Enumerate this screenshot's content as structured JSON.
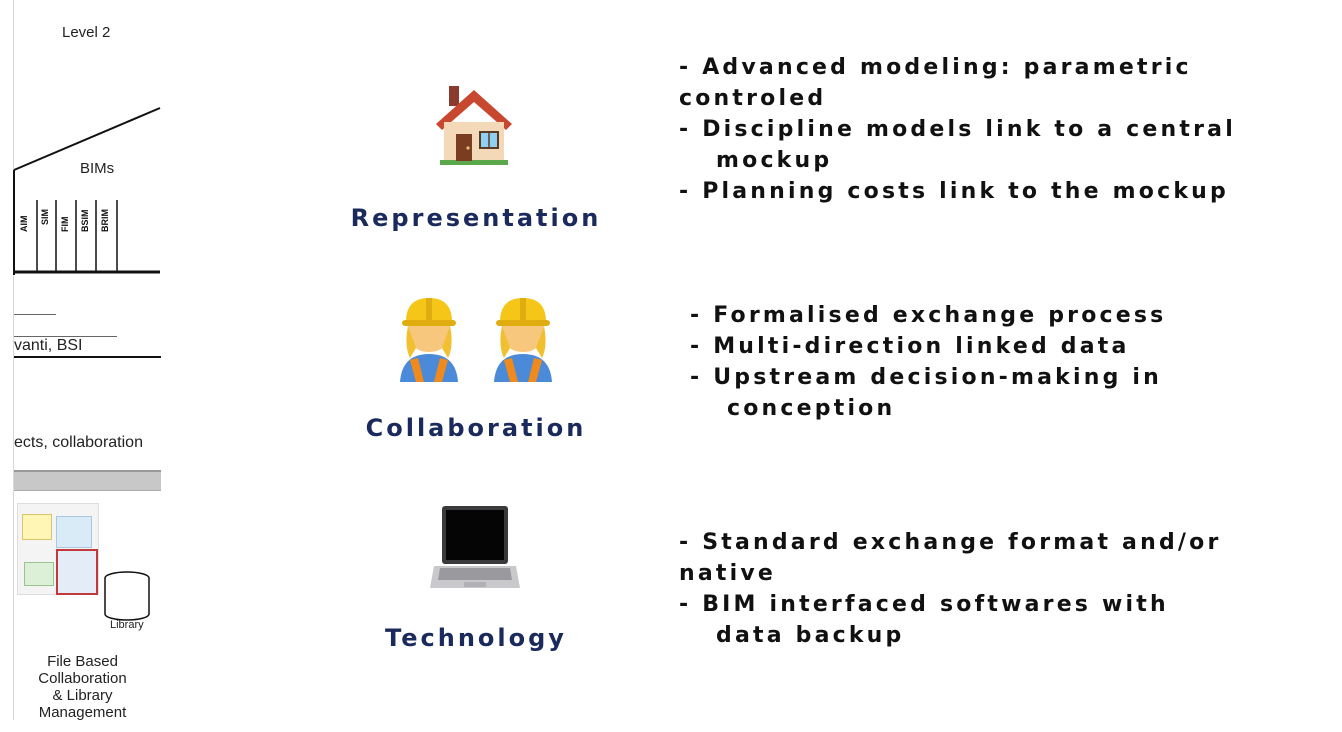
{
  "diagram": {
    "level_label": "Level 2",
    "bims_label": "BIMs",
    "model_labels": [
      "AIM",
      "SIM",
      "FIM",
      "BSIM",
      "BRIM"
    ],
    "partial_label_1": "vanti, BSI",
    "partial_label_2": "ects, collaboration",
    "library_label": "Library",
    "caption_line1": "File Based",
    "caption_line2": "Collaboration",
    "caption_line3": "& Library",
    "caption_line4": "Management"
  },
  "sections": [
    {
      "title": "Representation",
      "icon": "house-icon",
      "lines": [
        "- Advanced modeling: parametric",
        "controled",
        "-  Discipline models link to a central",
        "mockup",
        "-  Planning costs link to the mockup"
      ]
    },
    {
      "title": "Collaboration",
      "icon": "construction-worker-icon",
      "lines": [
        "-  Formalised exchange process",
        "-  Multi-direction linked data",
        "-  Upstream decision-making in",
        "conception"
      ]
    },
    {
      "title": "Technology",
      "icon": "laptop-icon",
      "lines": [
        "-  Standard exchange format and/or",
        "native",
        "-  BIM interfaced softwares with",
        "data backup"
      ]
    }
  ],
  "colors": {
    "heading": "#1a2a5c",
    "text": "#111111"
  }
}
